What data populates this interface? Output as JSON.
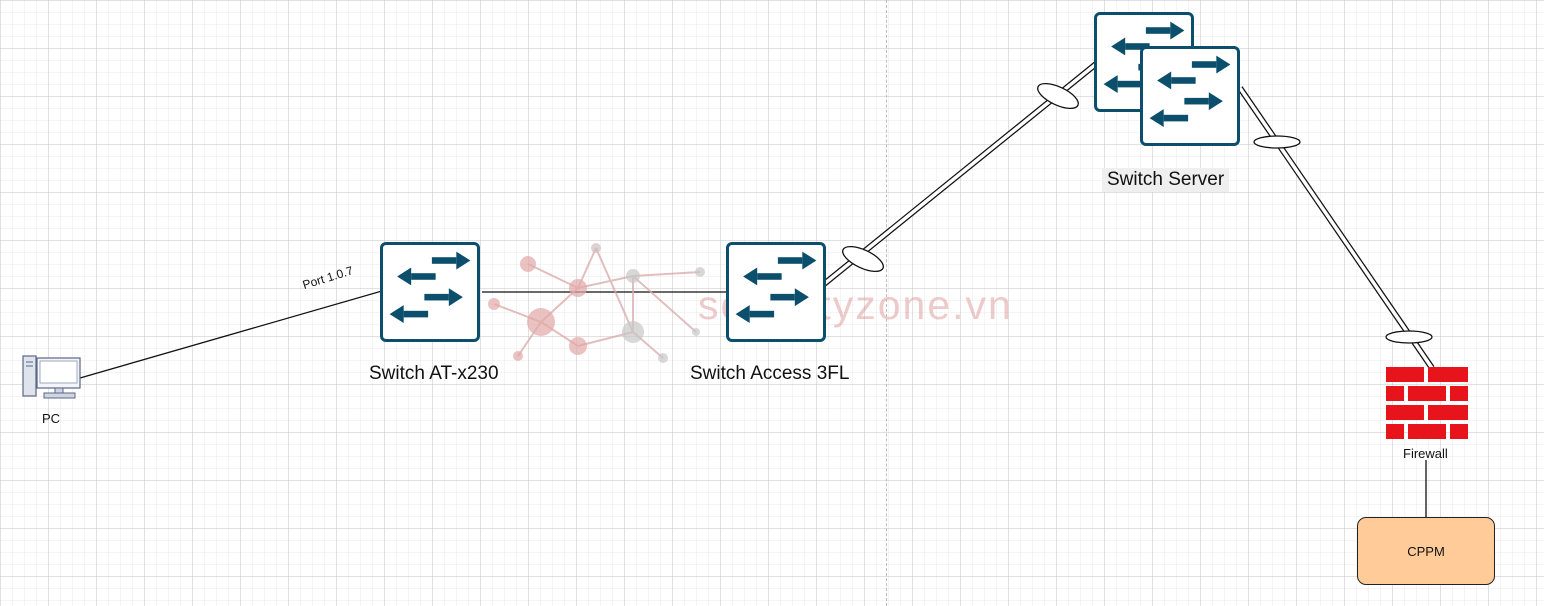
{
  "nodes": {
    "pc": {
      "label": "PC",
      "icon": "desktop-computer-icon"
    },
    "switch_at": {
      "label": "Switch AT-x230",
      "icon": "network-switch-icon"
    },
    "switch_access": {
      "label": "Switch Access 3FL",
      "icon": "network-switch-icon"
    },
    "switch_server": {
      "label": "Switch Server",
      "icon": "stacked-network-switch-icon"
    },
    "firewall": {
      "label": "Firewall",
      "icon": "brick-firewall-icon"
    },
    "cppm": {
      "label": "CPPM"
    }
  },
  "links": {
    "pc_to_switch_at": {
      "label": "Port 1.0.7"
    }
  },
  "watermark": {
    "text": "securityzone.vn"
  },
  "colors": {
    "switch_accent": "#0b4f6c",
    "firewall_red": "#e8141b",
    "cppm_fill": "#ffcc99",
    "watermark": "#d78c8c"
  }
}
